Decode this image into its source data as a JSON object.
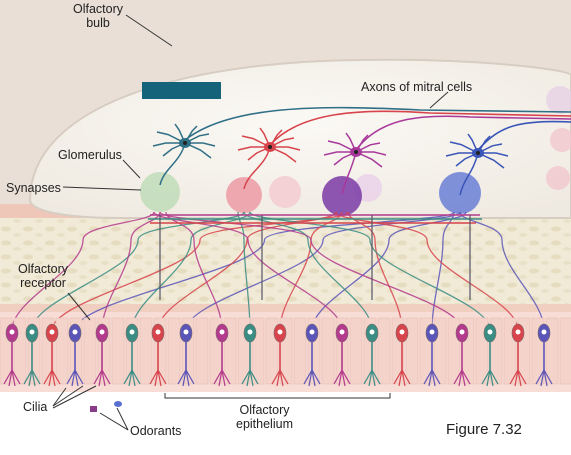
{
  "labels": {
    "olfactory_bulb": [
      "Olfactory",
      "bulb"
    ],
    "axons": "Axons of mitral cells",
    "glomerulus": "Glomerulus",
    "synapses": "Synapses",
    "receptor": [
      "Olfactory",
      "receptor"
    ],
    "cilia": "Cilia",
    "odorants": "Odorants",
    "epithelium": [
      "Olfactory",
      "epithelium"
    ],
    "figure": "Figure 7.32"
  },
  "colors": {
    "mitral_teal": "#2f6f86",
    "mitral_red": "#d8444c",
    "mitral_magenta": "#a8399b",
    "mitral_blue": "#3a55b8",
    "glom_green": "#bfdcb8",
    "glom_pink": "#ec9aa4",
    "glom_purple": "#7a3aa6",
    "glom_blue": "#6a7fd6",
    "receptor_colors": [
      "#b33a8c",
      "#3b8d84",
      "#d8444c",
      "#5b55b8"
    ]
  }
}
